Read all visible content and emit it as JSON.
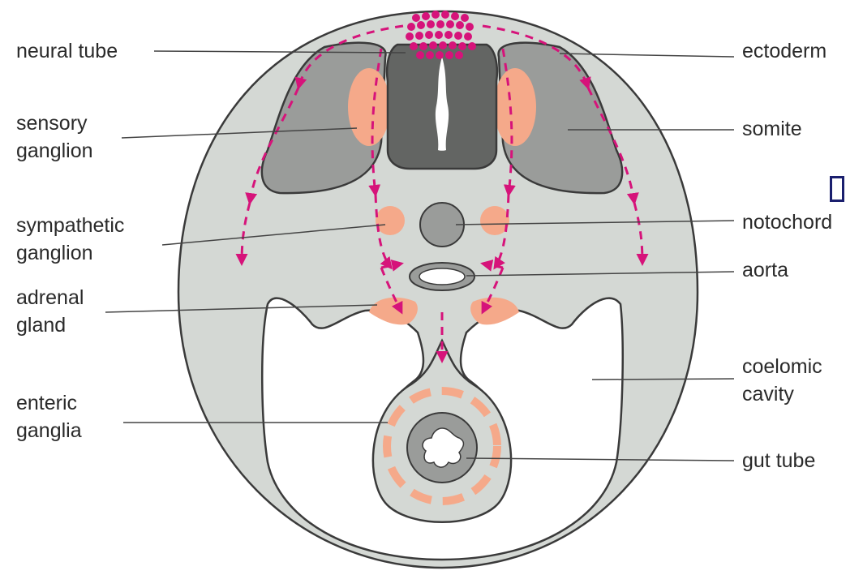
{
  "diagram": {
    "labels": {
      "neural_tube": "neural tube",
      "sensory_ganglion": "sensory\nganglion",
      "sympathetic_ganglion": "sympathetic\nganglion",
      "adrenal_gland": "adrenal\ngland",
      "enteric_ganglia": "enteric\nganglia",
      "ectoderm": "ectoderm",
      "somite": "somite",
      "notochord": "notochord",
      "aorta": "aorta",
      "coelomic_cavity": "coelomic\ncavity",
      "gut_tube": "gut tube"
    },
    "colors": {
      "tissue": "#d4d8d4",
      "somite": "#9a9c9a",
      "neural_tube": "#636563",
      "neural_crest_migration": "#d6137a",
      "ganglion": "#f5a98a",
      "outline": "#3a3a3a",
      "marker": "#1a1f6e"
    }
  }
}
